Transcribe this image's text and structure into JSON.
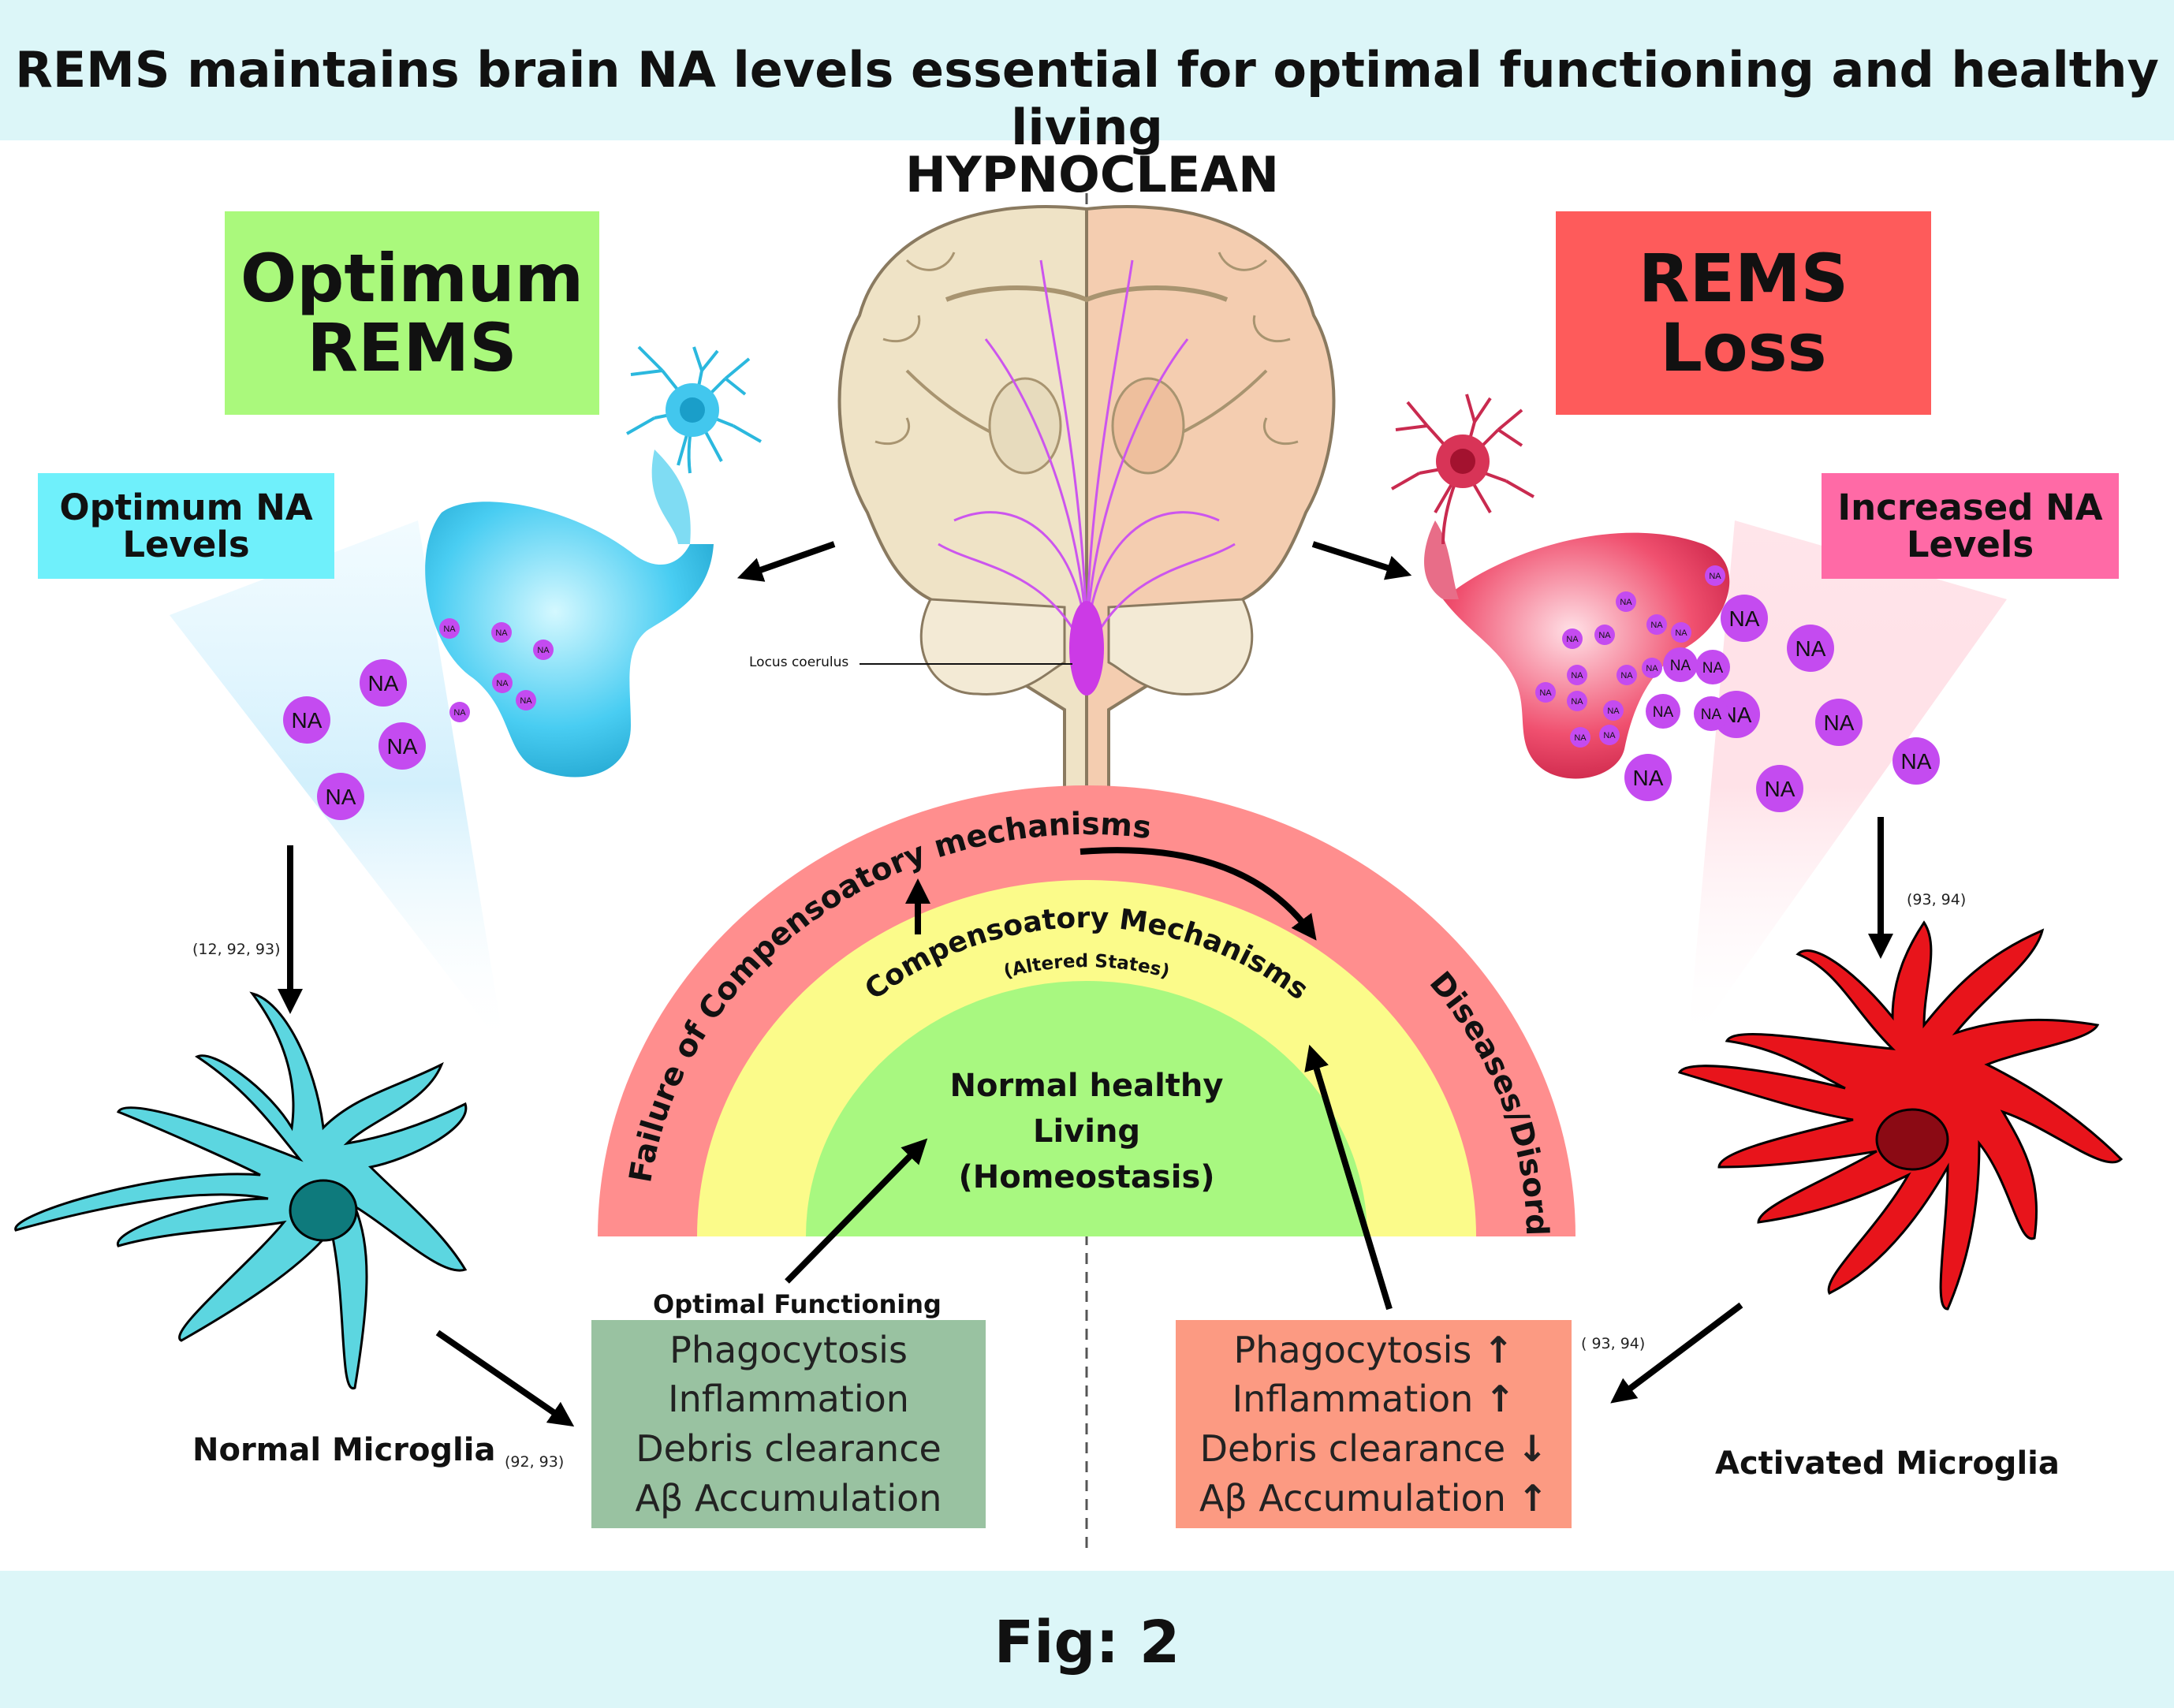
{
  "title": "REMS maintains brain NA levels essential for optimal functioning and healthy living",
  "center_label": "HYPNOCLEAN",
  "left": {
    "state_box": "Optimum REMS",
    "state_color": "#aaf97c",
    "na_box": "Optimum NA Levels",
    "na_color": "#6ff0fb",
    "na_badge": "NA",
    "ref_arrow": "(12, 92, 93)",
    "cell_label": "Normal Microglia",
    "ref_box": "(92, 93)",
    "cell_color": "#5cd6e0"
  },
  "right": {
    "state_box": "REMS Loss",
    "state_color": "#fe5b5b",
    "na_box": "Increased NA Levels",
    "na_color": "#ff6aa6",
    "na_badge": "NA",
    "ref_arrow": "(93, 94)",
    "cell_label": "Activated Microglia",
    "ref_box": "( 93, 94)",
    "cell_color": "#e8141b"
  },
  "brain": {
    "marker": "Locus coerulus"
  },
  "arcs": {
    "outer": "Failure of Compensoatory mechanisms",
    "outer_right": "Diseases/Disorders",
    "middle": "Compensoatory Mechanisms",
    "middle_sub": "(Altered States)",
    "inner_lines": [
      "Normal healthy",
      "Living",
      "(Homeostasis)"
    ],
    "colors": {
      "outer": "#ff8e8e",
      "middle": "#fbfb8a",
      "inner": "#a8f880"
    }
  },
  "optimal": {
    "label": "Optimal Functioning",
    "items": [
      "Phagocytosis",
      "Inflammation",
      "Debris clearance",
      "Aβ Accumulation"
    ],
    "color": "#99c2a1"
  },
  "altered": {
    "items": [
      {
        "text": "Phagocytosis",
        "arrow": "↑"
      },
      {
        "text": "Inflammation",
        "arrow": "↑"
      },
      {
        "text": "Debris clearance",
        "arrow": "↓"
      },
      {
        "text": "Aβ Accumulation",
        "arrow": "↑"
      }
    ],
    "color": "#fc9a82"
  },
  "footer": "Fig: 2"
}
